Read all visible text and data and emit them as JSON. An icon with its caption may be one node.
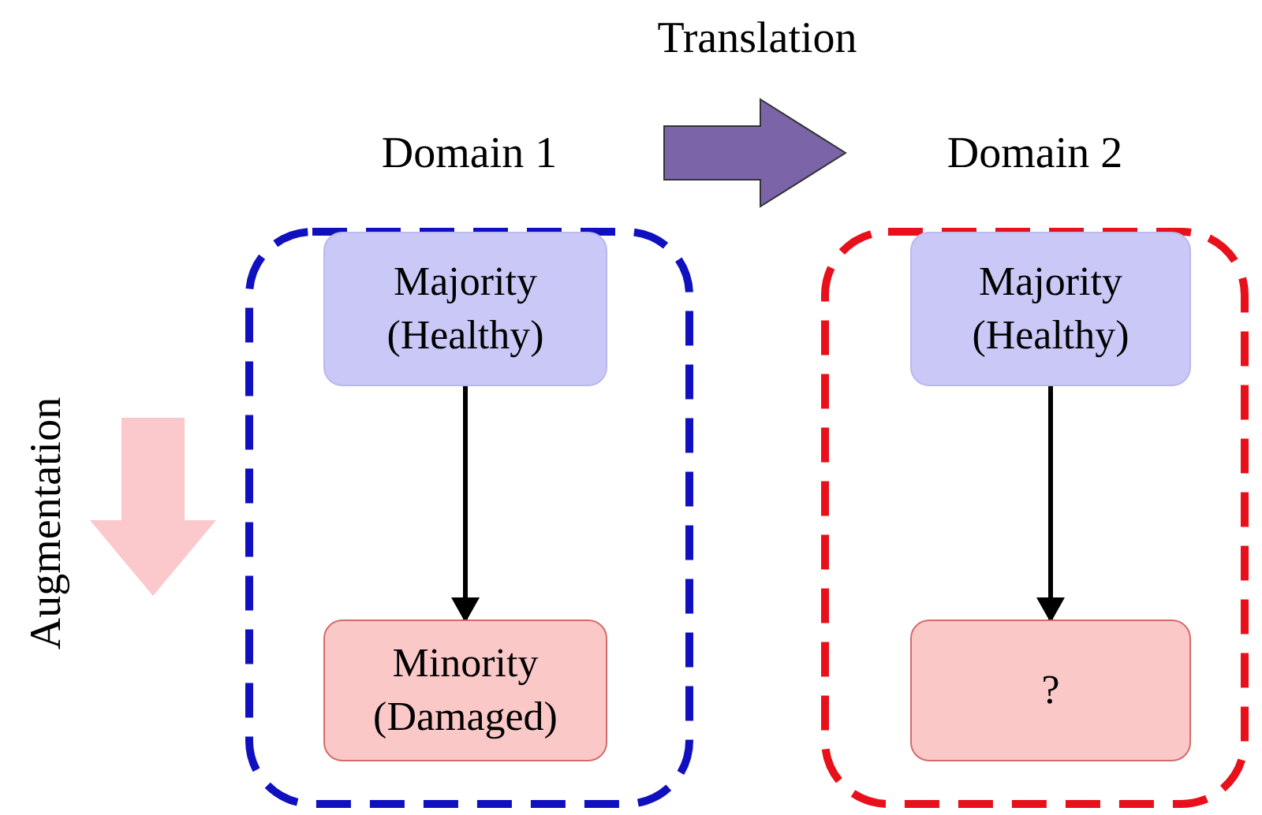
{
  "diagram": {
    "nodes": [
      {
        "text": [
          "Domain 1"
        ]
      },
      {
        "text": [
          "Majority (Healthy)"
        ],
        "in": 0
      },
      {
        "text": [
          "Minority (Damaged)"
        ],
        "in": 0
      },
      {
        "text": [
          "Domain 2"
        ]
      },
      {
        "text": [
          "Majority (Healthy)"
        ],
        "in": 3
      },
      {
        "text": [
          "?"
        ],
        "in": 3
      }
    ],
    "edges": [
      {
        "from": 1,
        "to": 2,
        "arrow": "to"
      },
      {
        "from": 4,
        "to": 5,
        "arrow": "to"
      }
    ],
    "labels": [
      "Translation",
      "Augmentation"
    ]
  }
}
